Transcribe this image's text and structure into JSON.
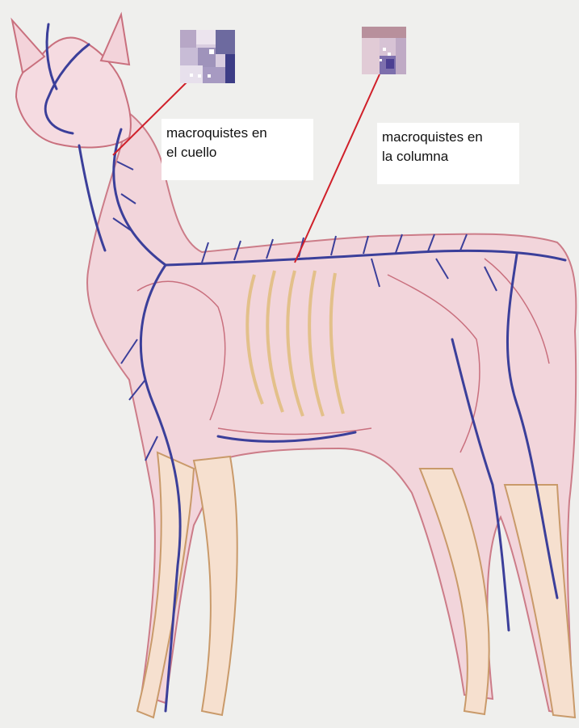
{
  "diagram": {
    "colors": {
      "background": "#efefed",
      "vessel": "#3b3f9a",
      "outline": "#c9707e",
      "skin_fill": "#f3d3da",
      "rib": "#e3c08a",
      "leader_line": "#d0202a"
    },
    "annotations": [
      {
        "line1": "macroquistes en",
        "line2": "el cuello"
      },
      {
        "line1": "macroquistes en",
        "line2": "la columna"
      }
    ]
  }
}
